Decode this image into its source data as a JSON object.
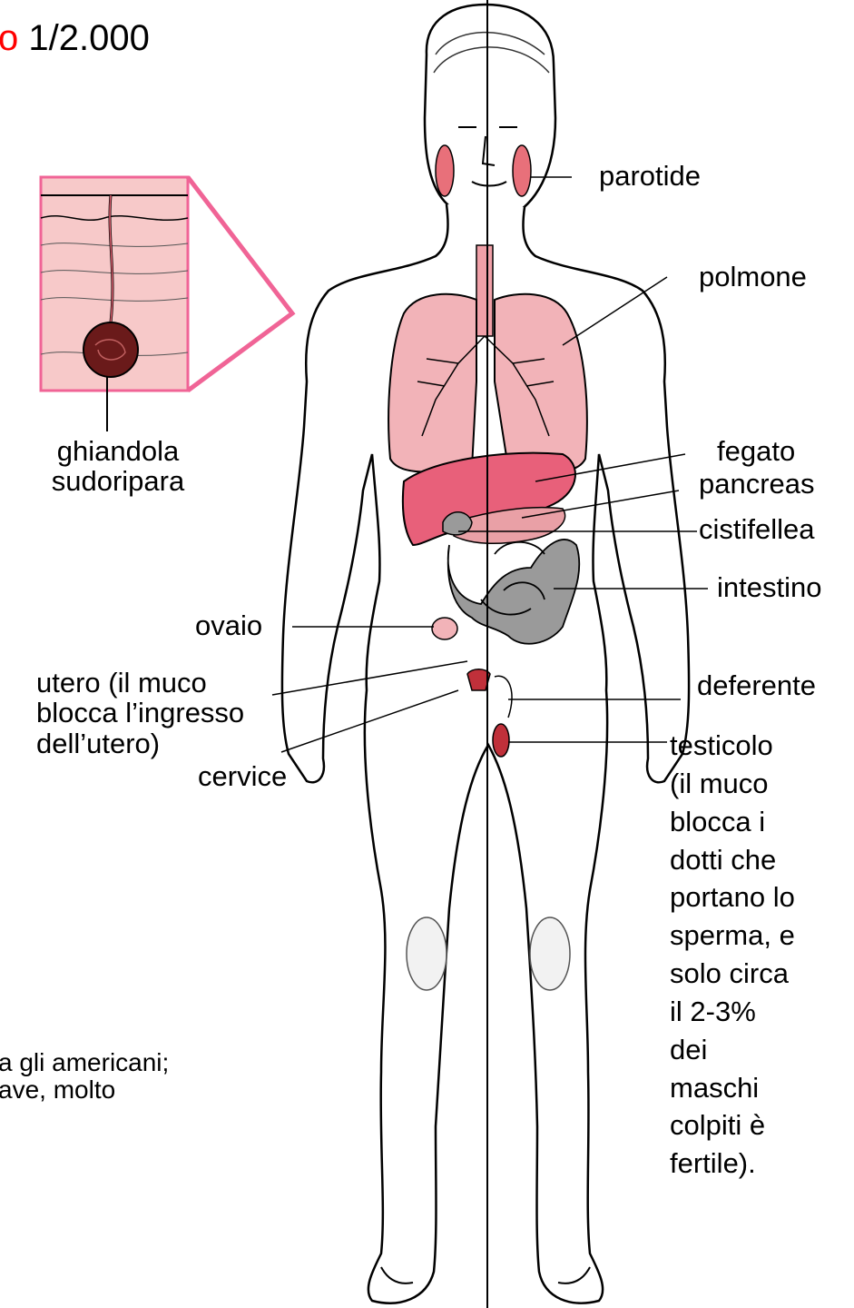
{
  "header": {
    "title_partial": "o",
    "title_value": "1/2.000",
    "accent_color": "#ff0000"
  },
  "inset": {
    "caption_line1": "ghiandola",
    "caption_line2": "sudoripara",
    "frame_color": "#f06496"
  },
  "labels": {
    "parotide": "parotide",
    "polmone": "polmone",
    "fegato": "fegato",
    "pancreas": "pancreas",
    "cistifellea": "cistifellea",
    "intestino": "intestino",
    "ovaio": "ovaio",
    "utero": [
      "utero (il muco",
      "blocca l’ingresso",
      "dell’utero)"
    ],
    "cervice": "cervice",
    "deferente": "deferente",
    "testicolo": [
      "testicolo",
      "(il muco",
      "blocca i",
      "dotti che",
      "portano lo",
      "sperma, e",
      "solo circa",
      "il 2-3%",
      "dei",
      "maschi",
      "colpiti è",
      "fertile)."
    ]
  },
  "footnote": [
    "a gli americani;",
    "ave, molto"
  ],
  "colors": {
    "organ_pink": "#f0a0a8",
    "liver_red": "#e8607a",
    "intestine_gray": "#9a9a9a",
    "outline": "#000000"
  }
}
